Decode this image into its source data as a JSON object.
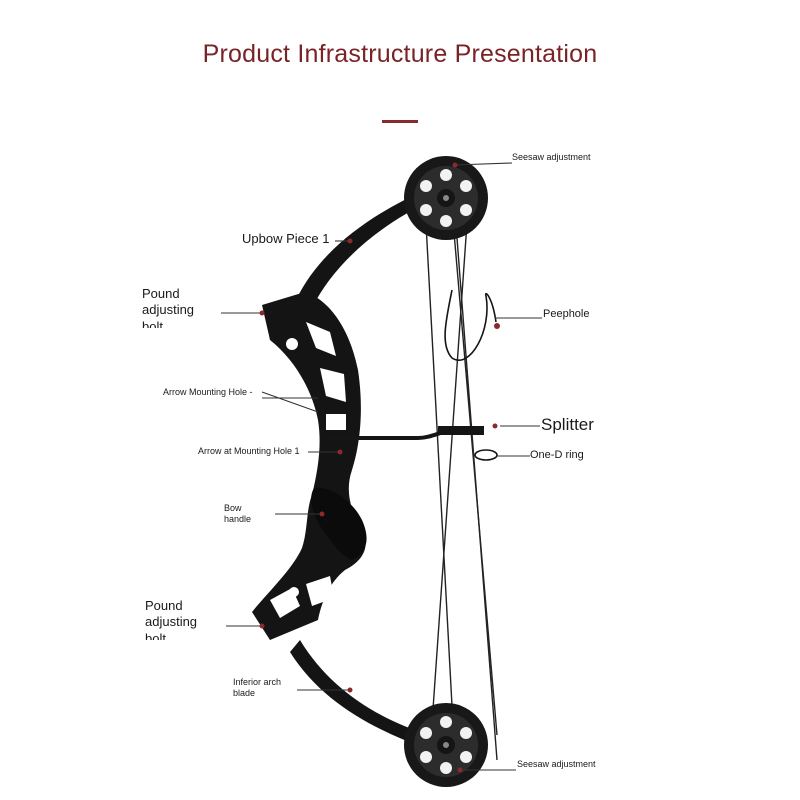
{
  "title": "Product Infrastructure Presentation",
  "colors": {
    "title": "#7a2326",
    "accent": "#8b2a2a",
    "bow": "#111111"
  },
  "labels": {
    "seesaw_top": "Seesaw adjustment",
    "upbow": "Upbow Piece 1",
    "pound_top": "Pound adjusting bolt",
    "peephole": "Peephole",
    "arrow_hole": "Arrow Mounting Hole -",
    "splitter": "Splitter",
    "arrow_hole_1": "Arrow at Mounting Hole 1",
    "oned": "One-D ring",
    "bow_handle": "Bow handle",
    "pound_bottom": "Pound adjusting bolt",
    "inferior": "Inferior arch blade",
    "seesaw_bottom": "Seesaw adjustment"
  }
}
